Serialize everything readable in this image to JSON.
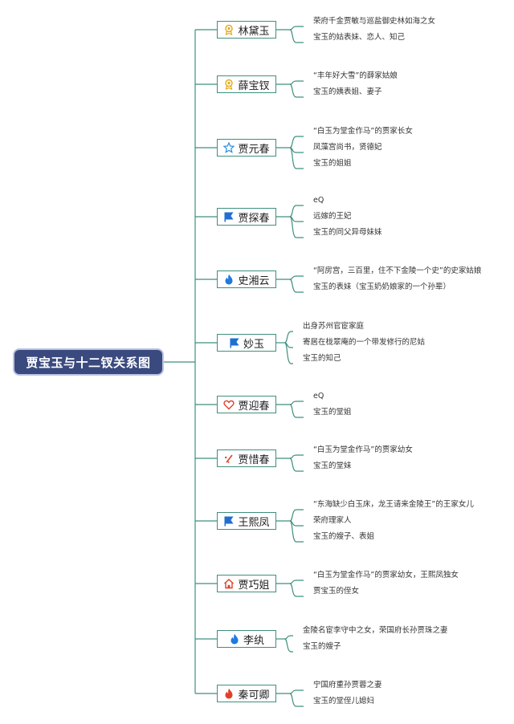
{
  "root": {
    "label": "贾宝玉与十二钗关系图"
  },
  "colors": {
    "line": "#3f8f7f",
    "root_bg": "#3b4a7e"
  },
  "characters": [
    {
      "name": "林黛玉",
      "icon": "award-icon",
      "notes": [
        "荣府千金贾敏与巡盐御史林如海之女",
        "宝玉的姑表妹、恋人、知己"
      ]
    },
    {
      "name": "薛宝钗",
      "icon": "award-icon",
      "notes": [
        "“丰年好大雪”的薛家姑娘",
        "宝玉的姨表姐、妻子"
      ]
    },
    {
      "name": "贾元春",
      "icon": "star-icon",
      "notes": [
        "“白玉为堂金作马”的贾家长女",
        "凤藻宫尚书，贤德妃",
        "宝玉的姐姐"
      ]
    },
    {
      "name": "贾探春",
      "icon": "flag-icon",
      "notes": [
        "eQ",
        "远嫁的王妃",
        "宝玉的同父异母妹妹"
      ]
    },
    {
      "name": "史湘云",
      "icon": "flame-icon",
      "notes": [
        "“阿房宫，三百里，住不下金陵一个史”的史家姑娘",
        "宝玉的表妹（宝玉奶奶娘家的一个孙辈）"
      ]
    },
    {
      "name": "妙玉",
      "icon": "flag-icon",
      "notes": [
        "出身苏州官宦家庭",
        "寄居在栊翠庵的一个带发修行的尼姑",
        "宝玉的知己"
      ]
    },
    {
      "name": "贾迎春",
      "icon": "heart-icon",
      "notes": [
        "eQ",
        "宝玉的堂姐"
      ]
    },
    {
      "name": "贾惜春",
      "icon": "brush-icon",
      "notes": [
        "“白玉为堂金作马”的贾家幼女",
        "宝玉的堂妹"
      ]
    },
    {
      "name": "王熙凤",
      "icon": "flag-icon",
      "notes": [
        "“东海缺少白玉床，龙王请来金陵王”的王家女儿",
        "荣府理家人",
        "宝玉的嫂子、表姐"
      ]
    },
    {
      "name": "贾巧姐",
      "icon": "house-icon",
      "notes": [
        "“白玉为堂金作马”的贾家幼女，王熙凤独女",
        "贾宝玉的侄女"
      ]
    },
    {
      "name": "李纨",
      "icon": "flame-icon",
      "notes": [
        "金陵名宦李守中之女，荣国府长孙贾珠之妻",
        "宝玉的嫂子"
      ]
    },
    {
      "name": "秦可卿",
      "icon": "flame-red-icon",
      "notes": [
        "宁国府重孙贾蓉之妻",
        "宝玉的堂侄儿媳妇"
      ]
    }
  ]
}
